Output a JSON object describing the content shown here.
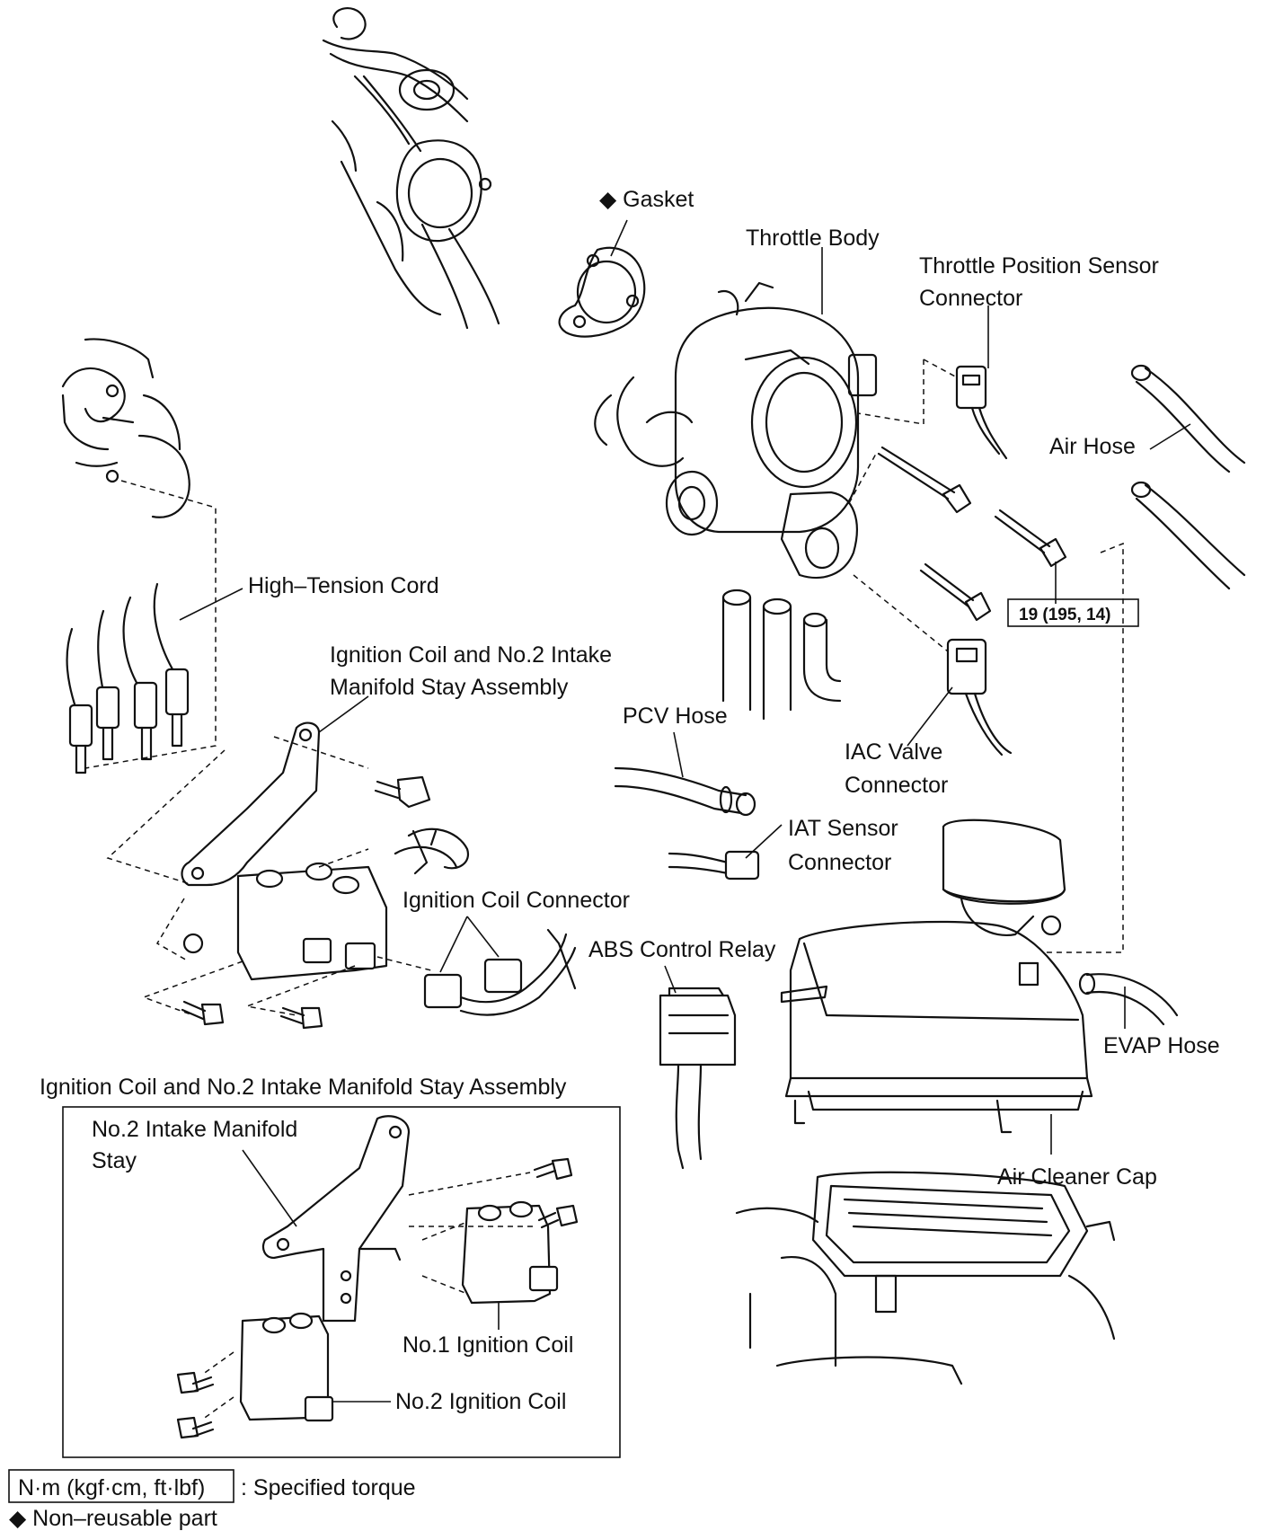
{
  "labels": {
    "gasket": "◆ Gasket",
    "throttle_body": "Throttle Body",
    "tps_connector_1": "Throttle Position Sensor",
    "tps_connector_2": "Connector",
    "air_hose": "Air Hose",
    "high_tension_cord": "High–Tension Cord",
    "torque_value": "19 (195, 14)",
    "coil_assembly_1": "Ignition Coil and No.2 Intake",
    "coil_assembly_2": "Manifold Stay Assembly",
    "pcv_hose": "PCV Hose",
    "iac_valve_1": "IAC Valve",
    "iac_valve_2": "Connector",
    "iat_sensor_1": "IAT Sensor",
    "iat_sensor_2": "Connector",
    "ignition_coil_connector": "Ignition Coil Connector",
    "abs_control_relay": "ABS Control Relay",
    "evap_hose": "EVAP Hose",
    "inset_title": "Ignition Coil and No.2 Intake Manifold Stay Assembly",
    "stay_1": "No.2 Intake Manifold",
    "stay_2": "Stay",
    "air_cleaner_cap": "Air Cleaner Cap",
    "no1_coil": "No.1 Ignition Coil",
    "no2_coil": "No.2 Ignition Coil"
  },
  "legend": {
    "torque_unit": "N·m (kgf·cm, ft·lbf)",
    "torque_text": ": Specified torque",
    "nonreusable": "◆ Non–reusable part"
  }
}
